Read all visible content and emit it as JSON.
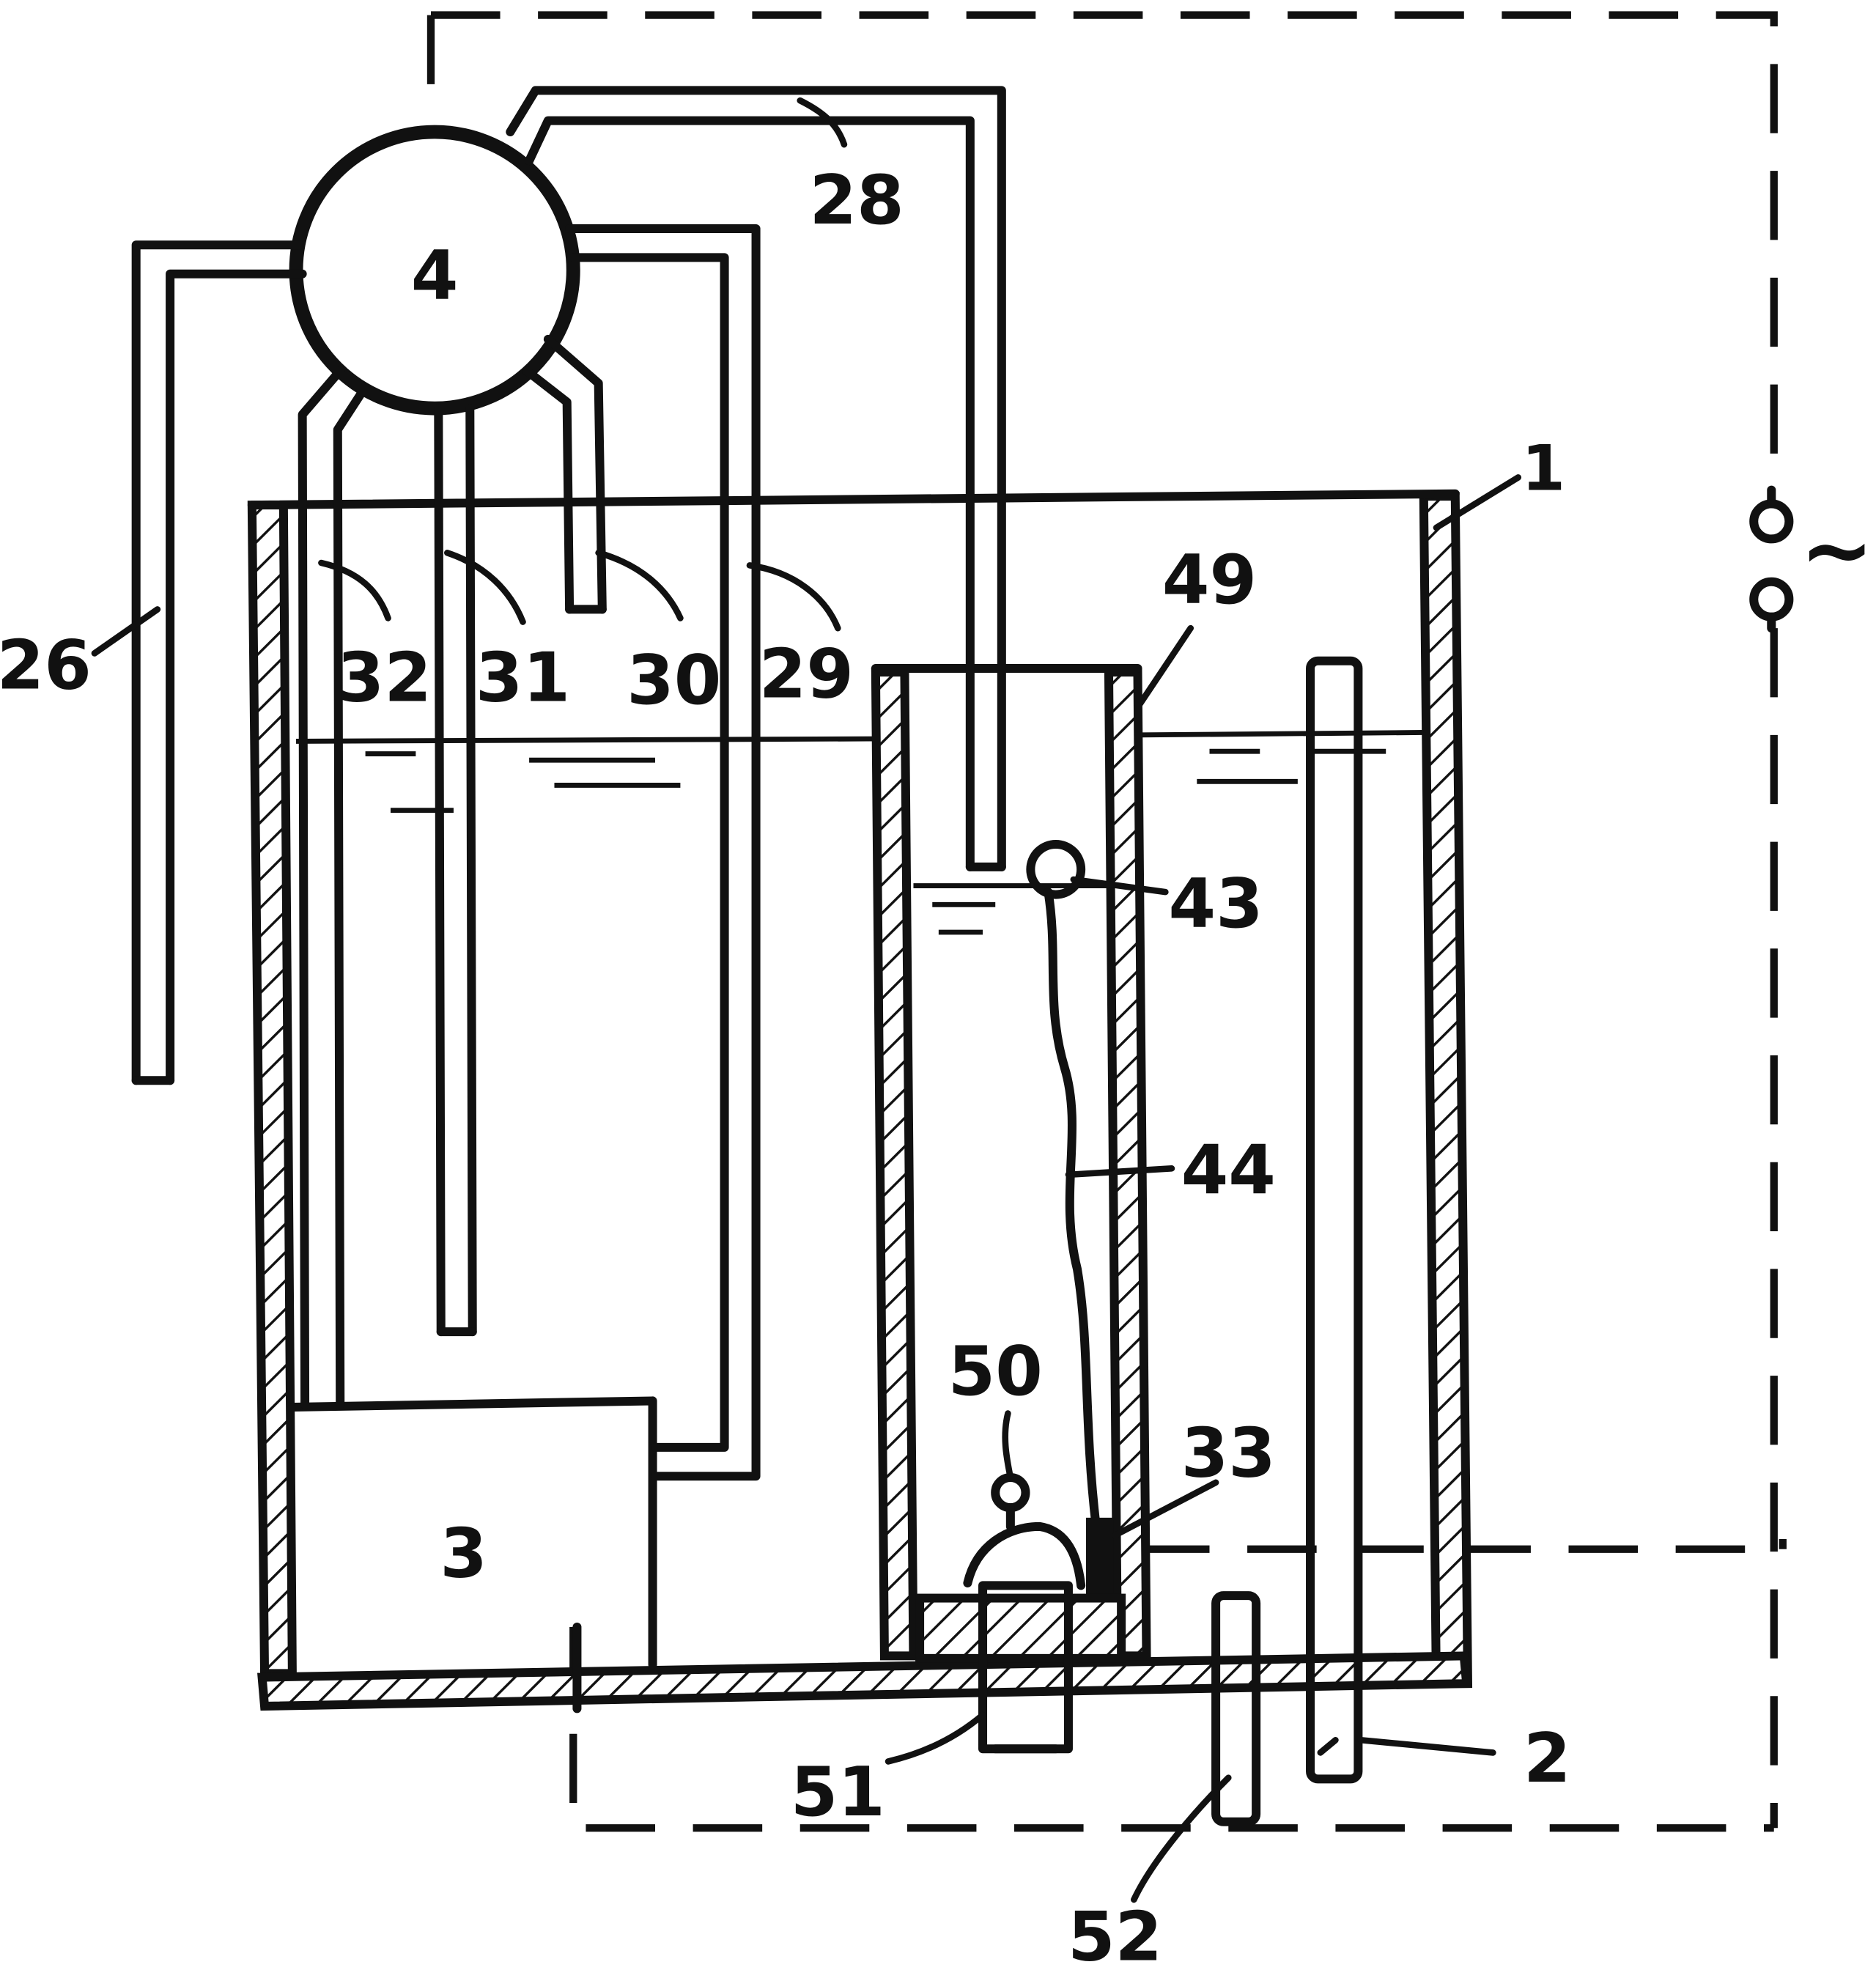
{
  "labels": {
    "l1": "1",
    "l2": "2",
    "l3": "3",
    "l4": "4",
    "l26": "26",
    "l28": "28",
    "l29": "29",
    "l30": "30",
    "l31": "31",
    "l32": "32",
    "l33": "33",
    "l43": "43",
    "l44": "44",
    "l49": "49",
    "l50": "50",
    "l51": "51",
    "l52": "52",
    "power": "~"
  }
}
